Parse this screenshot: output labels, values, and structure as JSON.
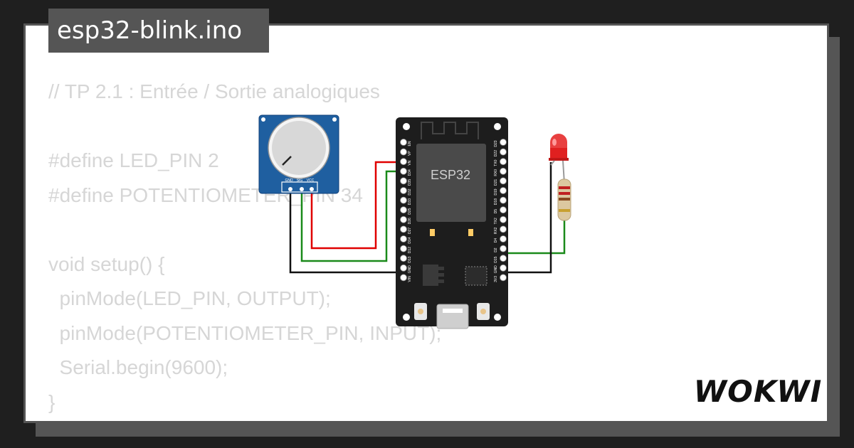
{
  "file_tab": {
    "label": "esp32-blink.ino"
  },
  "code_lines": [
    "// TP 2.1 : Entrée / Sortie analogiques",
    "",
    "#define LED_PIN 2",
    "#define POTENTIOMETER_PIN 34",
    "",
    "void setup() {",
    "  pinMode(LED_PIN, OUTPUT);",
    "  pinMode(POTENTIOMETER_PIN, INPUT);",
    "  Serial.begin(9600);",
    "}"
  ],
  "board": {
    "label": "ESP32",
    "left_pins": [
      "EN",
      "VP",
      "VN",
      "D34",
      "D35",
      "D32",
      "D33",
      "D25",
      "D26",
      "D27",
      "D14",
      "D12",
      "D13",
      "GND",
      "VIN"
    ],
    "right_pins": [
      "D23",
      "D22",
      "TX0",
      "RX0",
      "D21",
      "D19",
      "D18",
      "D5",
      "TX2",
      "RX2",
      "D4",
      "D2",
      "D15",
      "GND",
      "3V3"
    ]
  },
  "potentiometer": {
    "pins": [
      "GND",
      "SIG",
      "VCC"
    ]
  },
  "brand": {
    "name": "WOKWI"
  },
  "colors": {
    "wire_red": "#e00000",
    "wire_green": "#1a8a1a",
    "wire_black": "#111111",
    "board": "#1d1d1d",
    "pot_board": "#1f5fa0"
  }
}
